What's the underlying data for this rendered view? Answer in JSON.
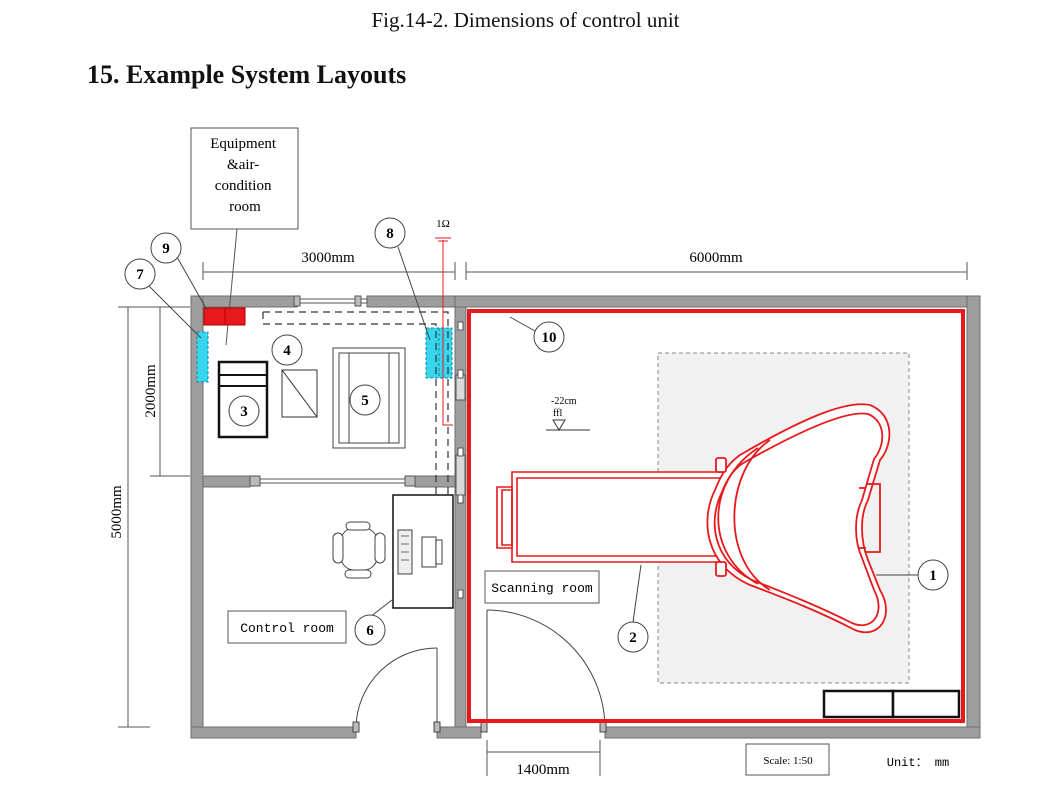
{
  "caption": "Fig.14-2. Dimensions of control unit",
  "heading": "15. Example System Layouts",
  "room_labels": {
    "equipment_room": [
      "Equipment",
      "&air-",
      "condition",
      "room"
    ],
    "control_room": "Control room",
    "scanning_room": "Scanning room"
  },
  "dimensions": {
    "top_left": "3000mm",
    "top_right": "6000mm",
    "left_inner": "2000mm",
    "left_outer": "5000mm",
    "bottom_door": "1400mm"
  },
  "ground_symbol": "1Ω",
  "level_mark": "-22cm",
  "level_sub": "ffl",
  "scale_label": "Scale:  1:50",
  "unit_label": "Unit： mm",
  "callouts": [
    "1",
    "2",
    "3",
    "4",
    "5",
    "6",
    "7",
    "8",
    "9",
    "10"
  ],
  "colors": {
    "wall": "#9e9e9e",
    "red": "#e8191c",
    "cyan": "#37d5ee",
    "gantry_zone": "#f1f1f1"
  }
}
